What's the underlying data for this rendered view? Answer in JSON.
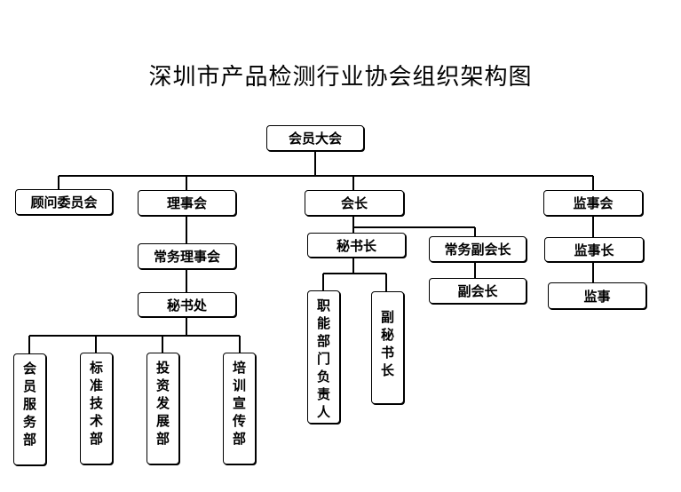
{
  "title": "深圳市产品检测行业协会组织架构图",
  "nodes": {
    "general_assembly": "会员大会",
    "advisory_committee": "顾问委员会",
    "council": "理事会",
    "president": "会长",
    "supervisory_board": "监事会",
    "standing_council": "常务理事会",
    "secretary_general": "秘书长",
    "executive_vice_president": "常务副会长",
    "chief_supervisor": "监事长",
    "vice_president": "副会长",
    "supervisor": "监事",
    "secretariat": "秘书处",
    "department_heads": "职能部门负责人",
    "deputy_secretary_general": "副秘书长",
    "membership_dept": "会员服务部",
    "standards_tech_dept": "标准技术部",
    "investment_dev_dept": "投资发展部",
    "training_promo_dept": "培训宣传部"
  }
}
